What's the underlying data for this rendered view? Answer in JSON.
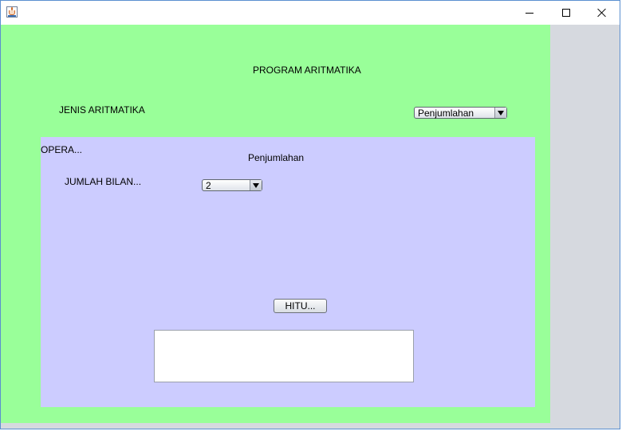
{
  "window": {
    "app_icon": "java-cup-icon",
    "controls": [
      "minimize-icon",
      "maximize-icon",
      "close-icon"
    ]
  },
  "header": {
    "title": "PROGRAM ARITMATIKA"
  },
  "arithmetic_type": {
    "label": "JENIS ARITMATIKA",
    "selected": "Penjumlahan"
  },
  "operation_panel": {
    "label": "OPERA...",
    "operation_title": "Penjumlahan",
    "count_label": "JUMLAH BILAN...",
    "count_selected": "2",
    "calculate_button": "HITU...",
    "result_text": ""
  },
  "colors": {
    "main_panel": "#99ff99",
    "operation_panel": "#ccccff"
  }
}
